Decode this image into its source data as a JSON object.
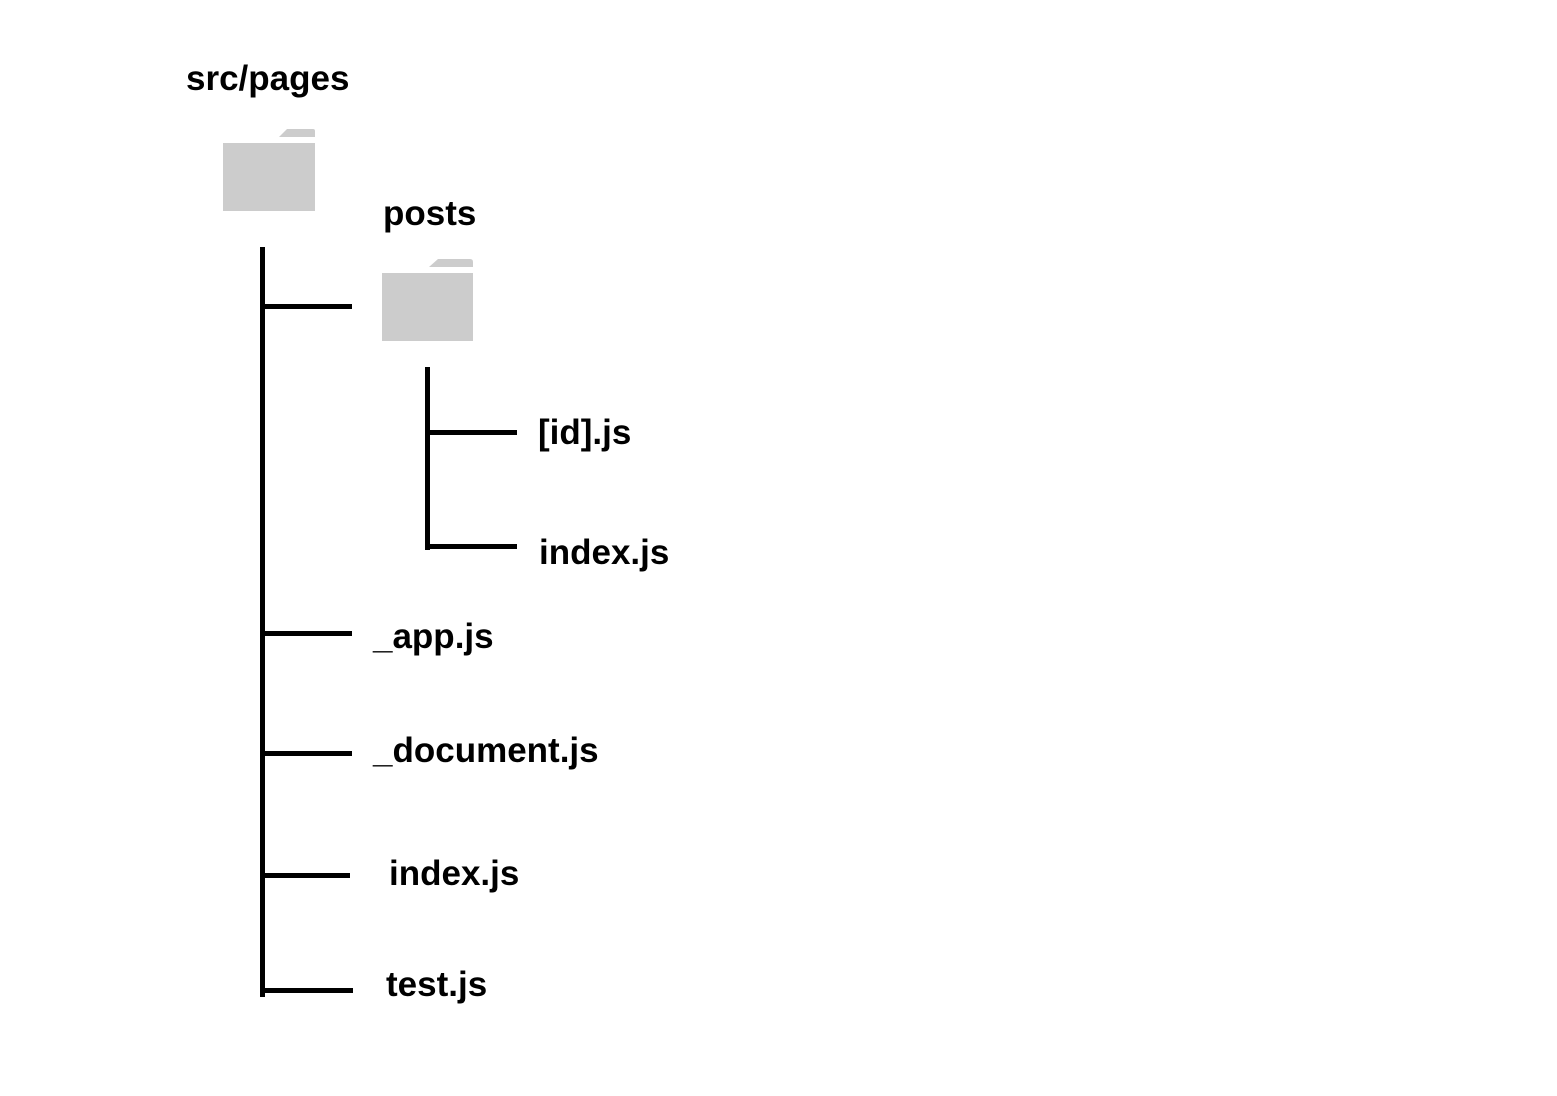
{
  "tree": {
    "root": {
      "label": "src/pages",
      "icon": "folder-icon"
    },
    "folder_color": "#cccccc",
    "line_color": "#000000",
    "children": [
      {
        "label": "posts",
        "icon": "folder-icon",
        "children": [
          {
            "label": "[id].js"
          },
          {
            "label": "index.js"
          }
        ]
      },
      {
        "label": "_app.js"
      },
      {
        "label": "_document.js"
      },
      {
        "label": "index.js"
      },
      {
        "label": "test.js"
      }
    ]
  }
}
